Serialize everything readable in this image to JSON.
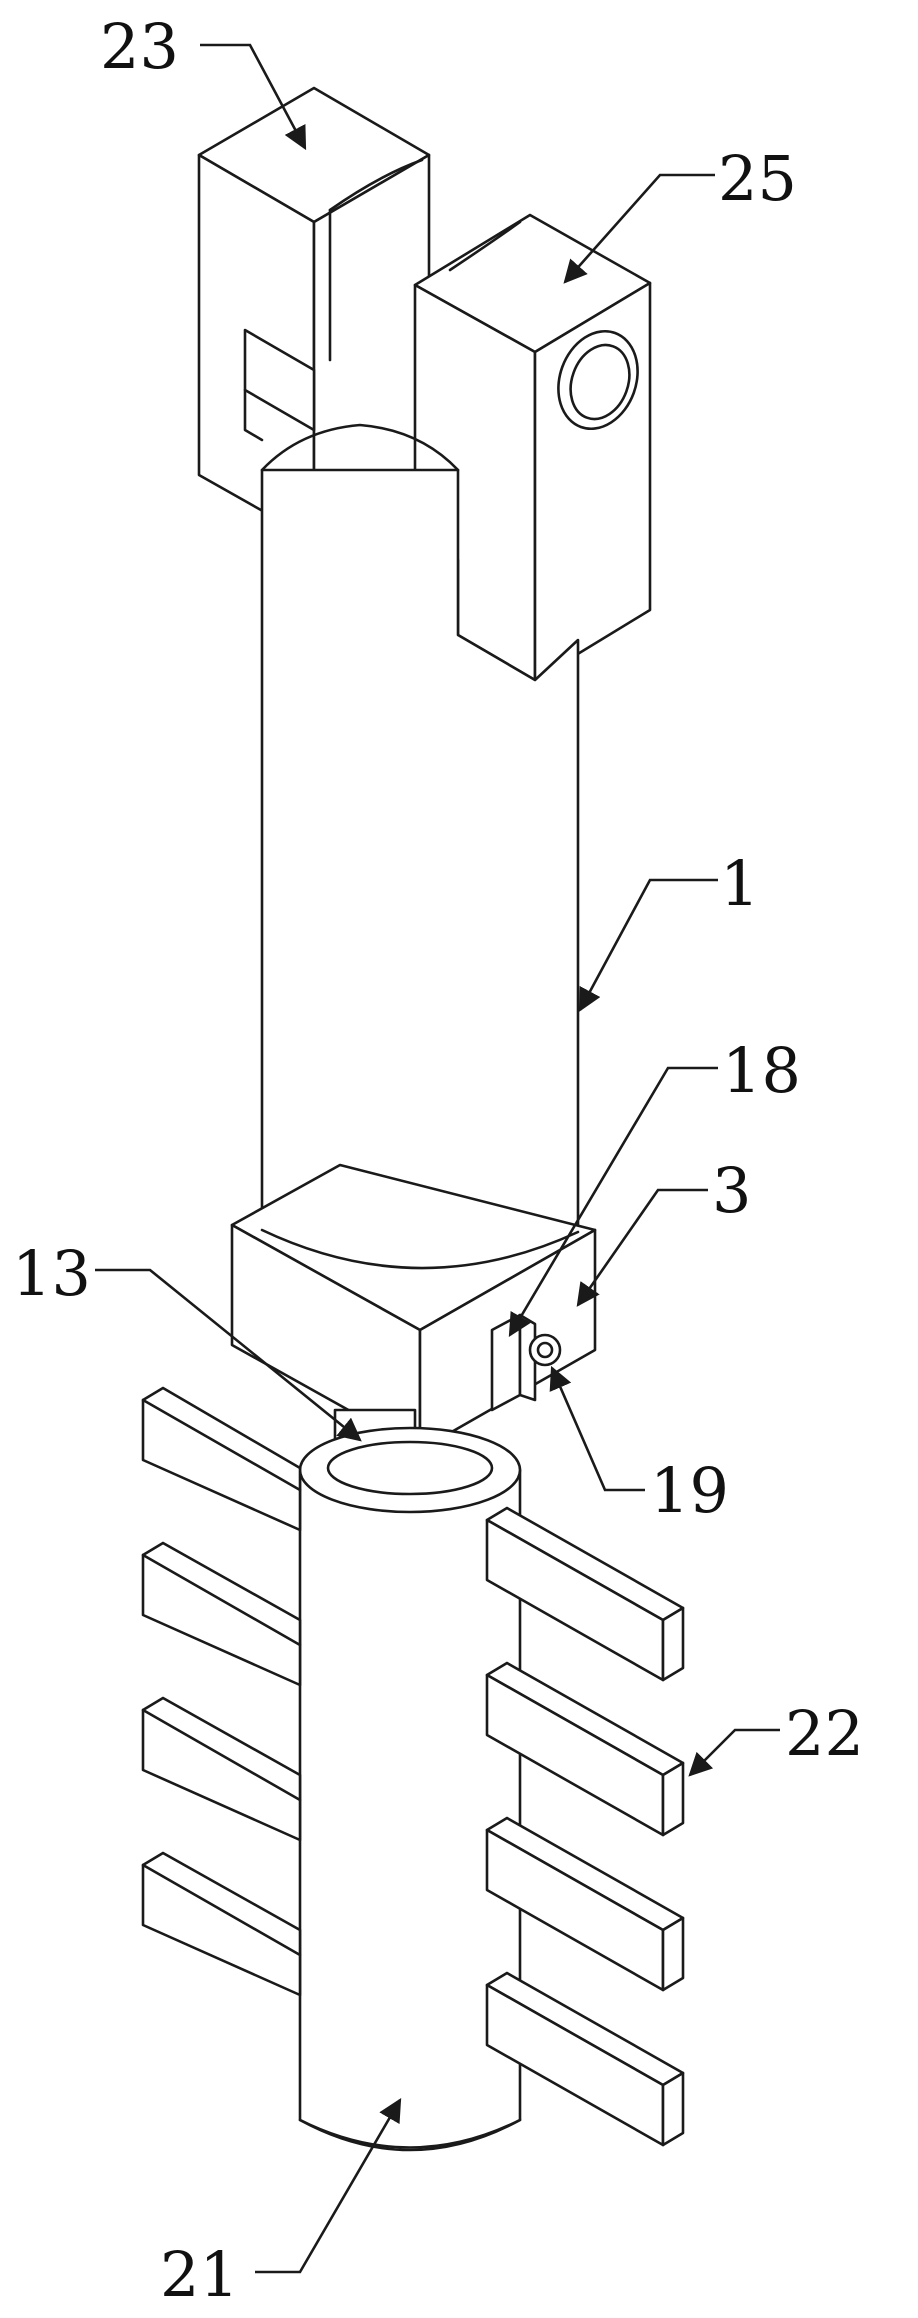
{
  "labels": {
    "l23": "23",
    "l25": "25",
    "l1": "1",
    "l18": "18",
    "l3": "3",
    "l13": "13",
    "l19": "19",
    "l22": "22",
    "l21": "21"
  }
}
